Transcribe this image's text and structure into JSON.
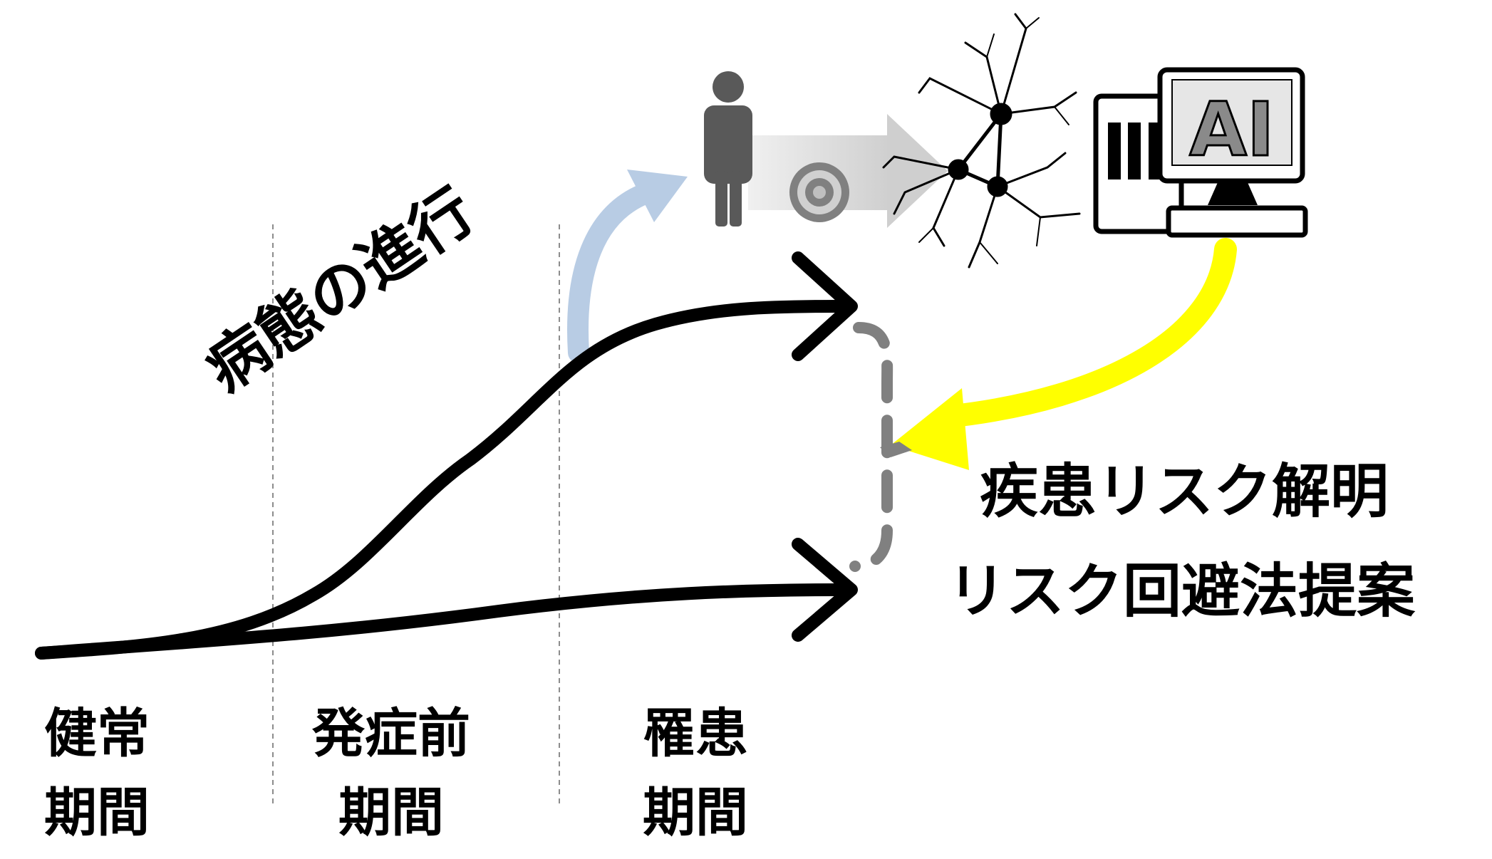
{
  "phases": [
    {
      "line1": "健常",
      "line2": "期間"
    },
    {
      "line1": "発症前",
      "line2": "期間"
    },
    {
      "line1": "罹患",
      "line2": "期間"
    }
  ],
  "progression_label": "病態の進行",
  "outcome": {
    "line1": "疾患リスク解明",
    "line2": "リスク回避法提案"
  },
  "icons": {
    "person": "person-icon",
    "eye": "eye-icon",
    "neuron": "neuron-icon",
    "computer": "ai-computer-icon"
  },
  "ai_screen_text": "AI",
  "colors": {
    "curve": "#000000",
    "divider": "#8c8c8c",
    "dashed": "#808080",
    "blue_arrow": "#b8cce4",
    "yellow_arrow": "#ffff00",
    "person": "#595959",
    "gray_arrow": "#d9d9d9"
  }
}
